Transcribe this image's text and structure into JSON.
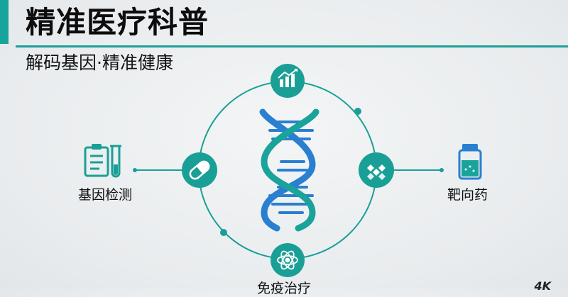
{
  "header": {
    "title": "精准医疗科普",
    "subtitle": "解码基因·精准健康"
  },
  "nodes": {
    "left": {
      "label": "基因检测",
      "icon": "test-tube-clipboard-icon"
    },
    "right": {
      "label": "靶向药",
      "icon": "medicine-bottle-icon"
    },
    "bottom": {
      "label": "免疫治疗",
      "icon": "atom-icon"
    },
    "top": {
      "icon": "bar-chart-growth-icon"
    },
    "center": {
      "icon": "dna-helix-icon"
    }
  },
  "watermark": "4K",
  "colors": {
    "teal": "#1a9f96",
    "blue": "#2a7fd0",
    "background": "#eceff0"
  }
}
